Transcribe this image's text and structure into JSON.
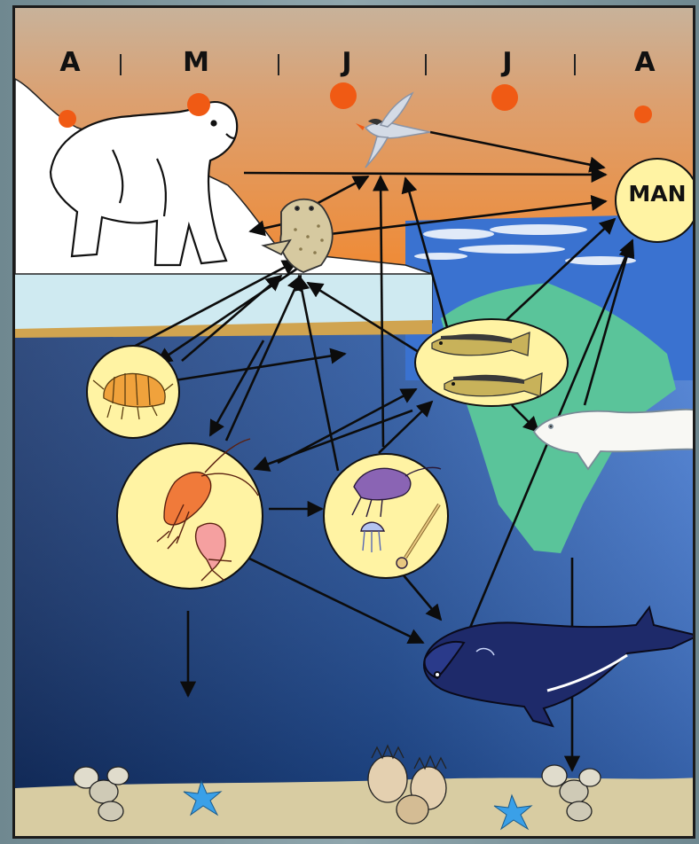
{
  "months": [
    "A",
    "M",
    "J",
    "J",
    "A"
  ],
  "human_label": "MAN",
  "icons": {
    "polar_bear": "polar-bear-icon",
    "seal": "seal-icon",
    "bird": "tern-icon",
    "amphipod": "amphipod-icon",
    "fish": "cod-icon",
    "beluga": "beluga-icon",
    "zooplankton": "copepod-icon",
    "invertebrates": "krill-jellyfish-icon",
    "whale": "bowhead-whale-icon",
    "clams": "clam-icon",
    "starfish": "starfish-icon"
  },
  "colors": {
    "sky_top": "#c8b29a",
    "sky_bottom": "#f08a34",
    "sea_light": "#3f78d6",
    "sea_deep": "#0f2f6b",
    "node_fill": "#fff3a3",
    "shelf": "#5ac49a",
    "seafloor": "#d8cca2",
    "sun": "#f05a14"
  }
}
